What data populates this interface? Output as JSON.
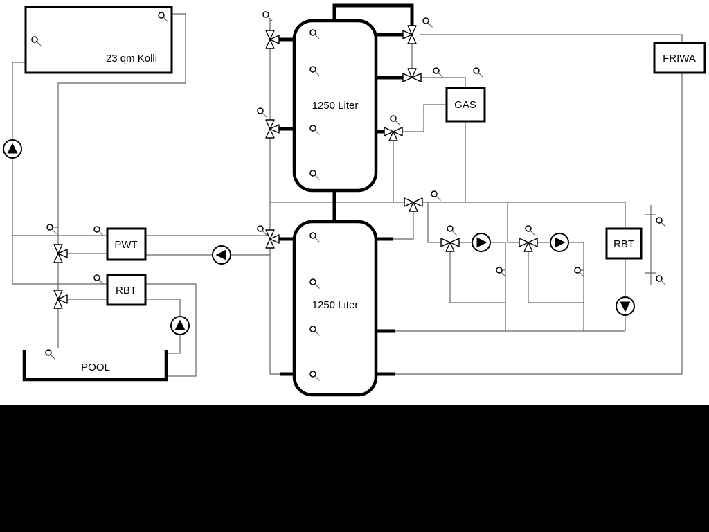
{
  "diagram": {
    "type": "hydraulic-heating-schematic",
    "labels": {
      "collector": "23 qm Kolli",
      "tank_top": "1250 Liter",
      "tank_bottom": "1250 Liter",
      "pwt": "PWT",
      "rbt_left": "RBT",
      "pool": "POOL",
      "gas": "GAS",
      "friwa": "FRIWA",
      "rbt_right": "RBT"
    },
    "colors": {
      "pipe_thin": "#666666",
      "pipe_thick": "#000000",
      "outline": "#000000",
      "background": "#ffffff",
      "bottom_band": "#000000"
    },
    "components": [
      "solar-collector",
      "solar-pump",
      "plate-heat-exchanger",
      "pool-heat-exchanger",
      "pool-basin",
      "buffer-tank-top",
      "buffer-tank-bottom",
      "gas-boiler",
      "fresh-water-station",
      "heating-circuit-1",
      "heating-circuit-2",
      "rbt-right-exchanger",
      "three-way-valves",
      "temperature-sensors"
    ]
  }
}
